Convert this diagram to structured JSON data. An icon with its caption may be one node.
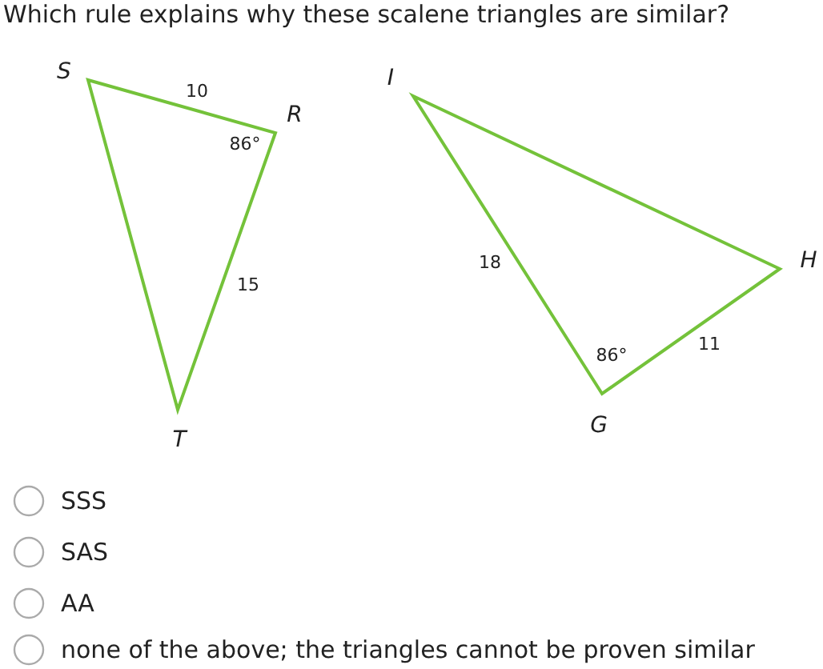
{
  "diagram": {
    "title": "Which rule explains why these scalene triangles are similar?",
    "labels": [
      "S",
      "10",
      "I",
      "R",
      "86°",
      "18",
      "H",
      "15",
      "86°",
      "11",
      "G",
      "T",
      "SSS",
      "SAS",
      "AA",
      "none of the above; the triangles cannot be proven similar"
    ]
  }
}
